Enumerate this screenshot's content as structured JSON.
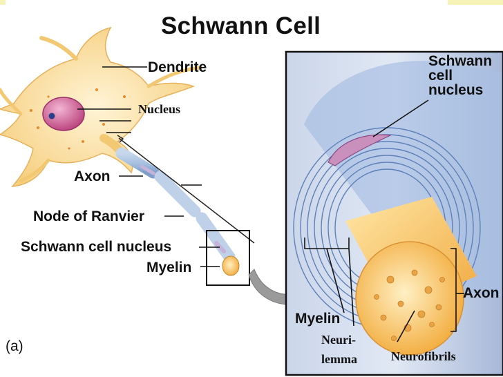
{
  "title": "Schwann Cell",
  "panel_tag": "(a)",
  "left_labels": {
    "dendrite": "Dendrite",
    "nucleus": "Nucleus",
    "axon": "Axon",
    "node_of_ranvier": "Node of Ranvier",
    "schwann_cell_nucleus": "Schwann cell nucleus",
    "myelin": "Myelin"
  },
  "right_labels": {
    "schwann_line1": "Schwann",
    "schwann_line2": "cell",
    "schwann_line3": "nucleus",
    "axon": "Axon",
    "myelin": "Myelin",
    "neurilemma_line1": "Neuri-",
    "neurilemma_line2": "lemma",
    "neurofibrils": "Neurofibrils"
  },
  "colors": {
    "cell_body": "#fbe2a8",
    "nucleus": "#cf5c93",
    "sheath": "#b6cde8",
    "axon_core": "#f7bd55",
    "panel_border": "#111111"
  }
}
